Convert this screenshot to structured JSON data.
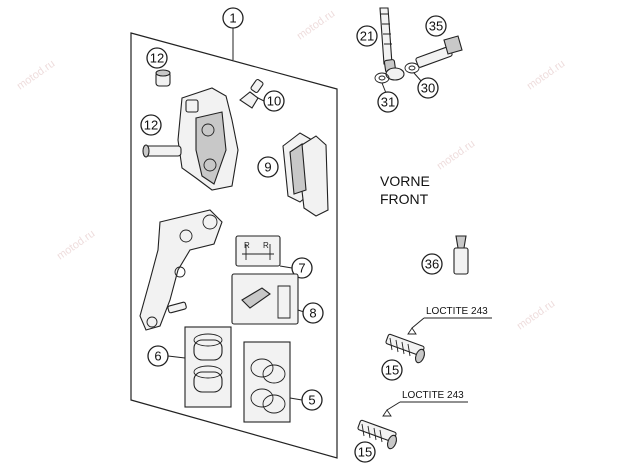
{
  "watermark": "motod.ru",
  "front_label": {
    "line1": "VORNE",
    "line2": "FRONT"
  },
  "loctite_label": "LOCTITE 243",
  "callouts": {
    "kit": "1",
    "sleeve_top": "12",
    "sleeve_left": "12",
    "bleed_valve": "10",
    "pads": "9",
    "pin_kit": "7",
    "spring_plate": "8",
    "pistons_left": "6",
    "seals_right": "5",
    "hose": "21",
    "banjo_bolt": "35",
    "washer": "31",
    "banjo_washer": "30",
    "adapter": "36",
    "bolt_upper": "15",
    "bolt_lower": "15"
  }
}
